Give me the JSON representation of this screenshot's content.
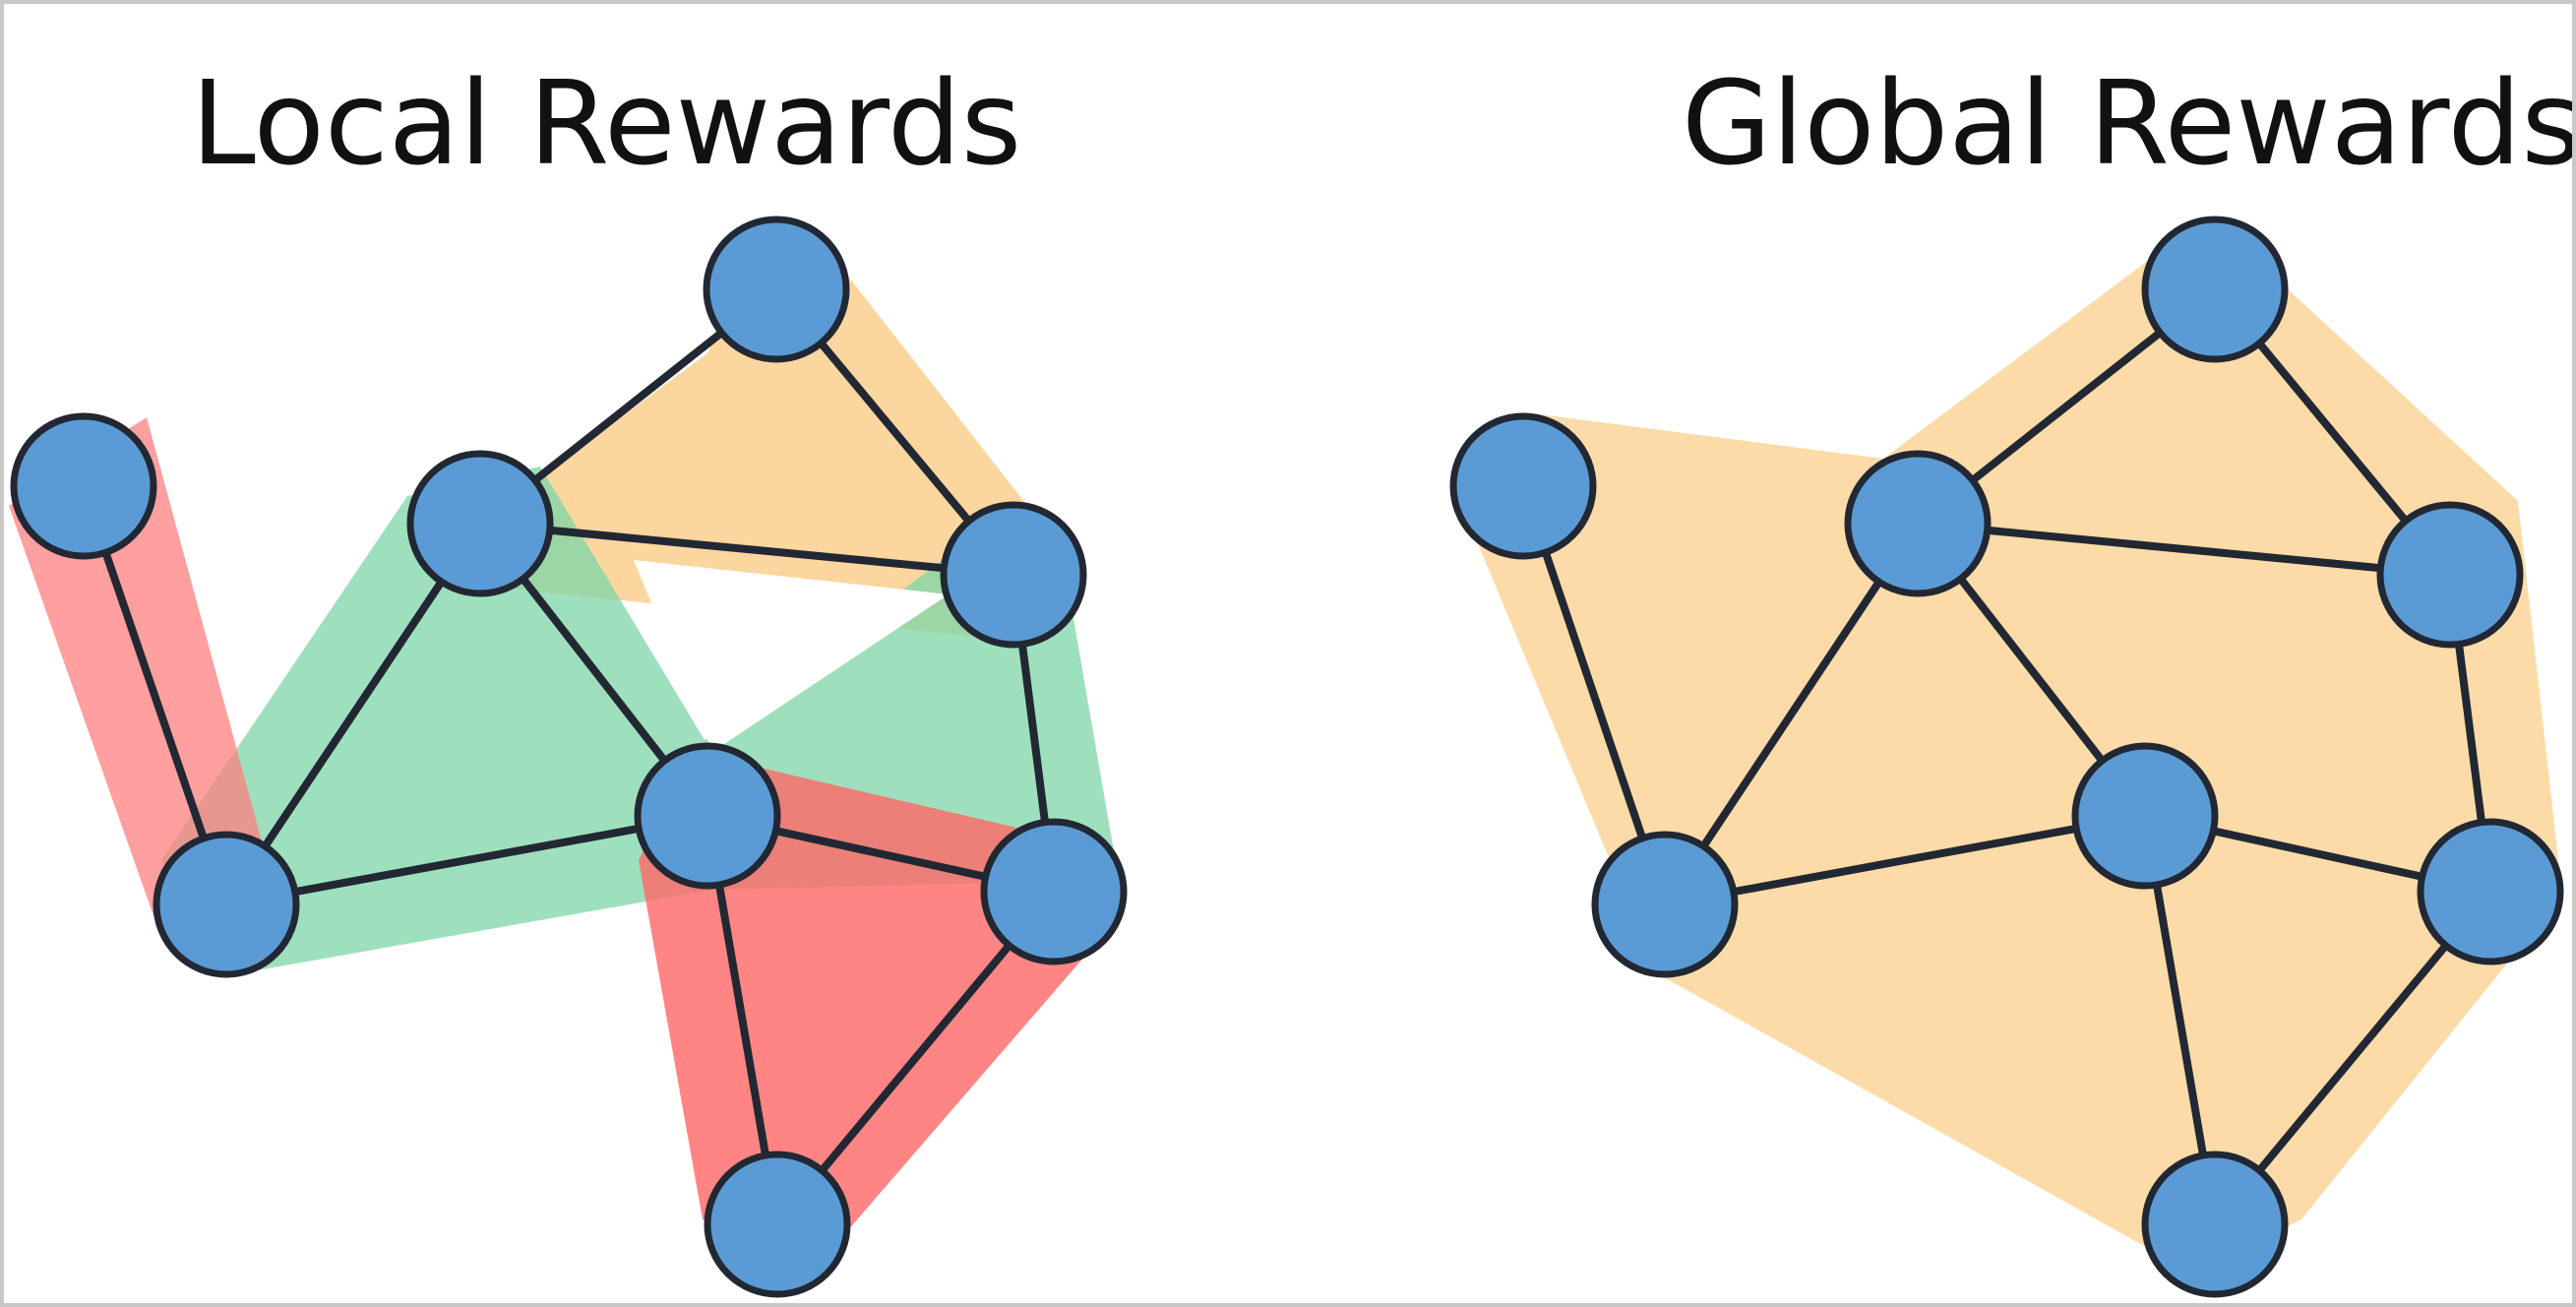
{
  "panels": {
    "local": {
      "title": "Local Rewards"
    },
    "global": {
      "title": "Global Rewards"
    }
  },
  "colors": {
    "node_fill": "#5b9bd5",
    "node_stroke": "#222833",
    "edge": "#222833",
    "orange_region": "#fcd49a",
    "green_region": "#8edbb3",
    "red_region": "#ff7f7f",
    "background": "#ffffff"
  },
  "graph": {
    "nodes": [
      "A",
      "B",
      "C",
      "D",
      "E",
      "F",
      "G",
      "H"
    ],
    "edges": [
      [
        "A",
        "E"
      ],
      [
        "B",
        "C"
      ],
      [
        "B",
        "D"
      ],
      [
        "C",
        "D"
      ],
      [
        "C",
        "E"
      ],
      [
        "C",
        "F"
      ],
      [
        "D",
        "G"
      ],
      [
        "E",
        "F"
      ],
      [
        "F",
        "G"
      ],
      [
        "F",
        "H"
      ],
      [
        "G",
        "H"
      ]
    ],
    "local_reward_groups": [
      {
        "color": "orange",
        "nodes": [
          "B",
          "C",
          "D"
        ]
      },
      {
        "color": "green",
        "nodes": [
          "C",
          "D",
          "E",
          "F",
          "G"
        ]
      },
      {
        "color": "red",
        "nodes": [
          "A",
          "E"
        ]
      },
      {
        "color": "red",
        "nodes": [
          "F",
          "G",
          "H"
        ]
      }
    ],
    "global_reward_group": {
      "color": "orange",
      "nodes": [
        "A",
        "B",
        "C",
        "D",
        "E",
        "F",
        "G",
        "H"
      ]
    }
  }
}
